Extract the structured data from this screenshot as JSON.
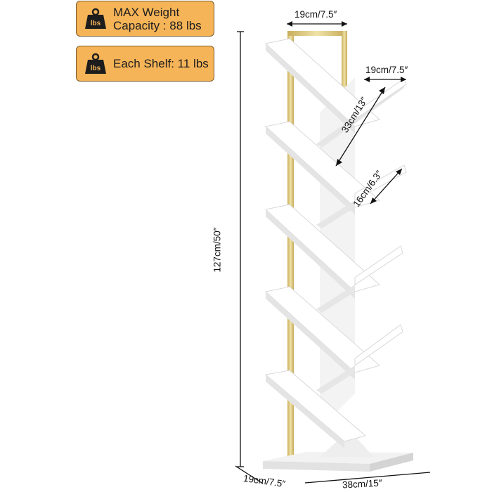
{
  "badges": {
    "max_weight": {
      "line1": "MAX Weight",
      "line2": "Capacity : 88 lbs",
      "icon": "weight-icon",
      "icon_text": "lbs"
    },
    "each_shelf": {
      "text": "Each Shelf: 11 lbs",
      "icon": "weight-icon",
      "icon_text": "lbs"
    }
  },
  "dimensions": {
    "top_width": "19cm/7.5″",
    "shelf_width": "19cm/7.5″",
    "shelf_length": "33cm/13″",
    "shelf_gap": "16cm/6.3″",
    "height": "127cm/50″",
    "base_depth": "19cm/7.5″",
    "base_width": "38cm/15″"
  },
  "colors": {
    "badge": "#f6b458",
    "frame_gold": "#d9c37a",
    "shelf_white": "#ffffff",
    "shelf_shadow": "#e6e6e6"
  }
}
